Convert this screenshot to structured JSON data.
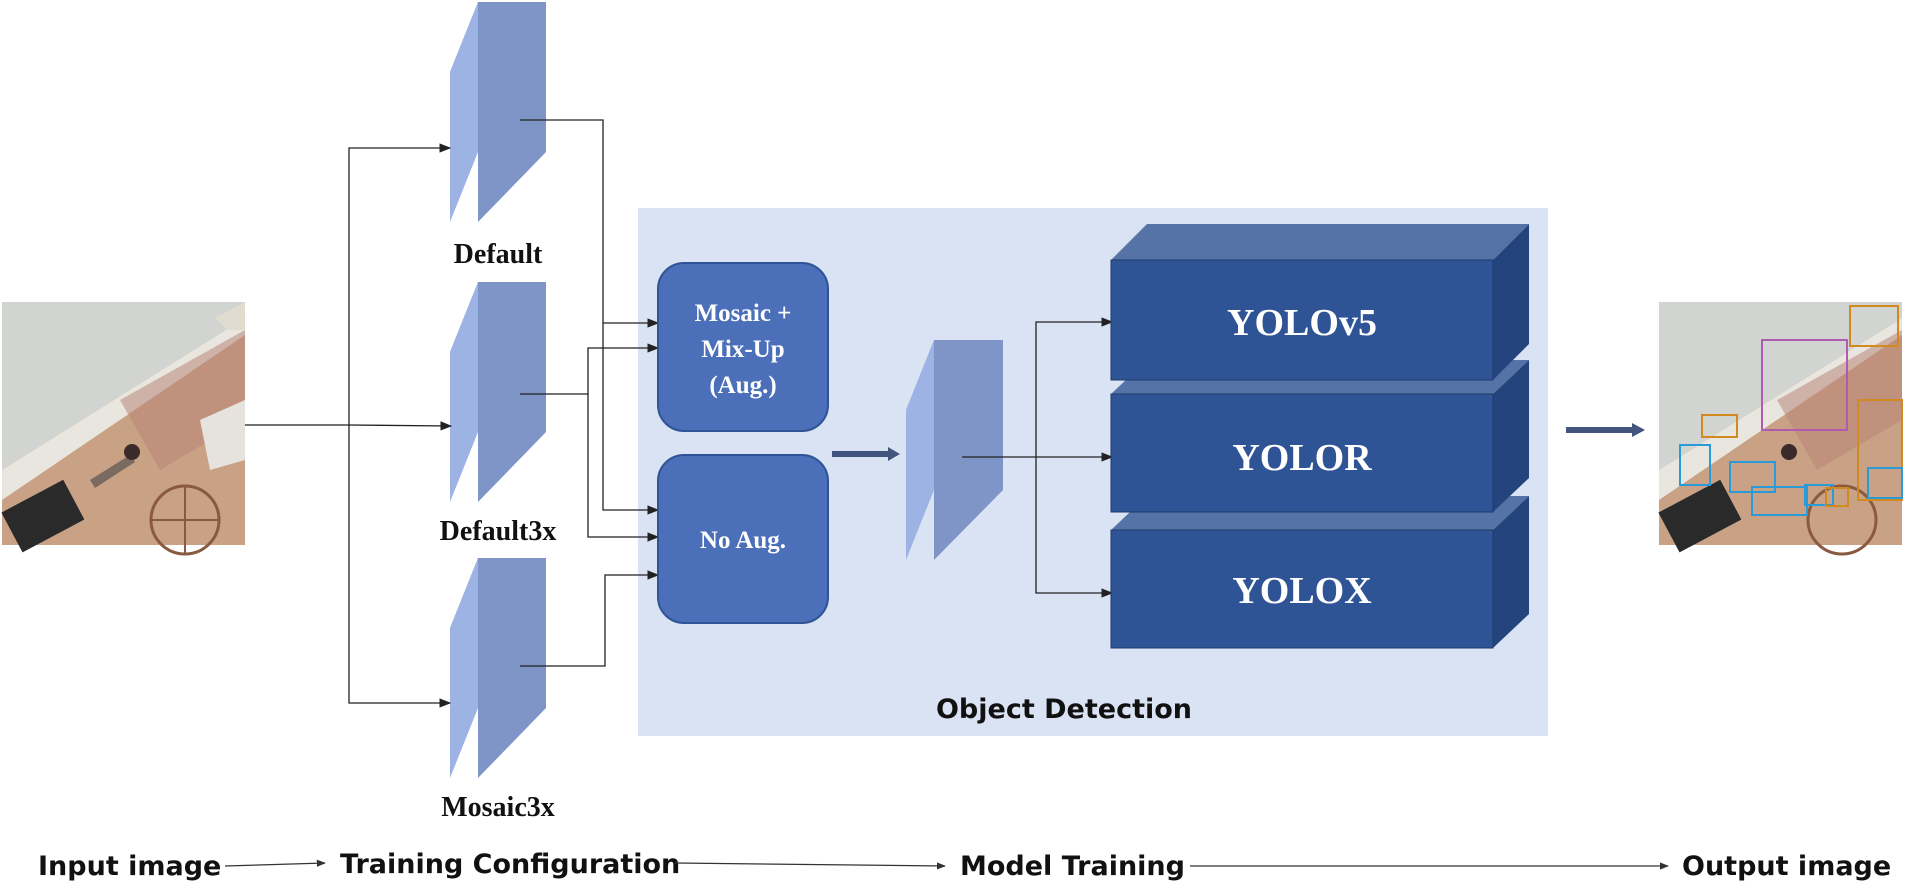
{
  "inputs": {
    "default": "Default",
    "default3x": "Default3x",
    "mosaic3x": "Mosaic3x"
  },
  "augmentation": {
    "mosaic_line1": "Mosaic +",
    "mosaic_line2": "Mix-Up",
    "mosaic_line3": "(Aug.)",
    "no_aug": "No Aug."
  },
  "models": {
    "yolov5": "YOLOv5",
    "yolor": "YOLOR",
    "yolox": "YOLOX"
  },
  "panel": {
    "title": "Object Detection"
  },
  "pipeline": {
    "input_image": "Input image",
    "training_configuration": "Training Configuration",
    "model_training": "Model Training",
    "output_image": "Output image"
  },
  "colors": {
    "panel_bg": "#dae3f3",
    "prism_front": "#7f95c8",
    "prism_side": "#9db3e3",
    "aug_box": "#4b6fb8",
    "model_front": "#2f5496",
    "model_top": "#5673a8",
    "model_side": "#24447d",
    "line": "#222222"
  }
}
